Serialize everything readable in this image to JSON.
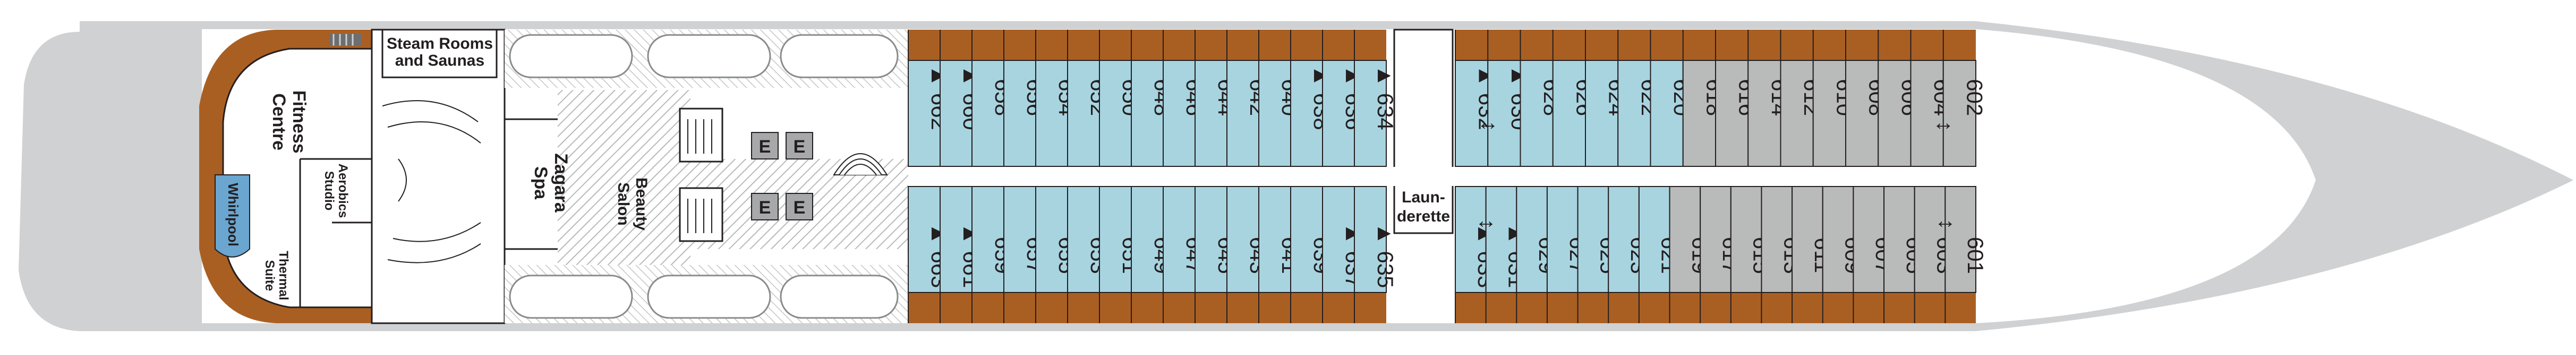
{
  "colors": {
    "hull": "#d0d1d2",
    "deck": "#ffffff",
    "veranda": "#aa5f22",
    "cabin_blue": "#a8d4e0",
    "cabin_gray": "#b9baba",
    "hatch": "#bcbdbd",
    "elevator": "#a7a8aa",
    "whirlpool": "#6aa6cf",
    "ink": "#231f20"
  },
  "areas": {
    "steam_rooms": [
      "Steam Rooms",
      "and Saunas"
    ],
    "fitness": [
      "Fitness",
      "Centre"
    ],
    "aerobics": [
      "Aerobics",
      "Studio"
    ],
    "thermal": [
      "Thermal",
      "Suite"
    ],
    "whirlpool": "Whirlpool",
    "spa": [
      "Zagara",
      "Spa"
    ],
    "beauty": [
      "Beauty",
      "Salon"
    ],
    "launderette": [
      "Laun-",
      "derette"
    ]
  },
  "elevator_label": "E",
  "accessible_marker": "▲",
  "connecting_marker": "↔",
  "cabins": {
    "forward_upper": [
      "662",
      "660",
      "658",
      "656",
      "654",
      "652",
      "650",
      "648",
      "646",
      "644",
      "642",
      "640",
      "638",
      "636",
      "634"
    ],
    "forward_lower": [
      "663",
      "661",
      "659",
      "657",
      "655",
      "653",
      "651",
      "649",
      "647",
      "645",
      "643",
      "641",
      "639",
      "637",
      "635"
    ],
    "aft_upper": [
      "632",
      "630",
      "628",
      "626",
      "624",
      "622",
      "620",
      "618",
      "616",
      "614",
      "612",
      "610",
      "608",
      "606",
      "604",
      "602"
    ],
    "aft_lower": [
      "633",
      "631",
      "629",
      "627",
      "625",
      "623",
      "621",
      "619",
      "617",
      "615",
      "613",
      "611",
      "609",
      "607",
      "605",
      "603",
      "601"
    ],
    "accessible": [
      "662",
      "660",
      "638",
      "636",
      "634",
      "663",
      "661",
      "637",
      "635",
      "632",
      "630",
      "633",
      "631"
    ],
    "connecting_pairs": [
      [
        "630",
        "632"
      ],
      [
        "631",
        "633"
      ],
      [
        "602",
        "604"
      ],
      [
        "601",
        "603"
      ]
    ],
    "gray_cabins": [
      "618",
      "616",
      "614",
      "612",
      "610",
      "608",
      "606",
      "604",
      "602",
      "619",
      "617",
      "615",
      "613",
      "611",
      "609",
      "607",
      "605",
      "603",
      "601"
    ]
  }
}
